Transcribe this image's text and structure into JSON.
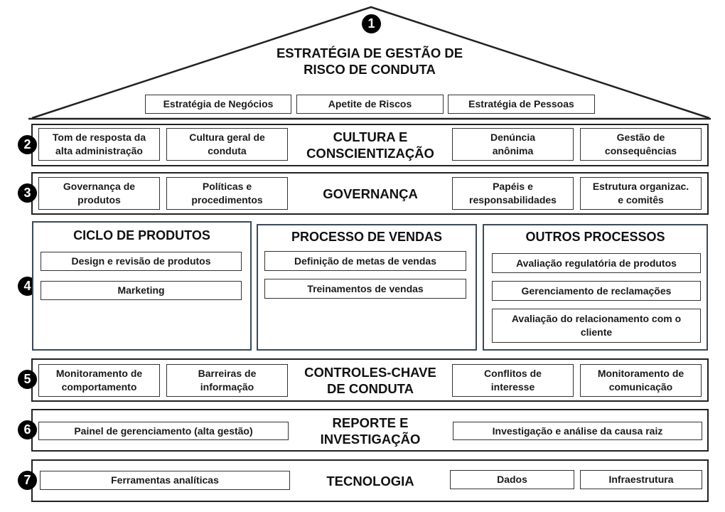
{
  "strategy": {
    "number": "1",
    "title_line1": "ESTRATÉGIA DE GESTÃO DE",
    "title_line2": "RISCO DE CONDUTA",
    "items": [
      "Estratégia de Negócios",
      "Apetite de Riscos",
      "Estratégia de Pessoas"
    ]
  },
  "culture": {
    "number": "2",
    "title_line1": "CULTURA E",
    "title_line2": "CONSCIENTIZAÇÃO",
    "items": [
      {
        "line1": "Tom de resposta da",
        "line2": "alta administração"
      },
      {
        "line1": "Cultura geral de",
        "line2": "conduta"
      },
      {
        "line1": "Denúncia",
        "line2": "anônima"
      },
      {
        "line1": "Gestão de",
        "line2": "consequências"
      }
    ]
  },
  "governance": {
    "number": "3",
    "title": "GOVERNANÇA",
    "items": [
      {
        "line1": "Governança de",
        "line2": "produtos"
      },
      {
        "line1": "Políticas e",
        "line2": "procedimentos"
      },
      {
        "line1": "Papéis e",
        "line2": "responsabilidades"
      },
      {
        "line1": "Estrutura organizac.",
        "line2": "e comitês"
      }
    ]
  },
  "processes": {
    "number": "4",
    "columns": [
      {
        "title": "CICLO DE PRODUTOS",
        "items": [
          "Design e revisão de produtos",
          "Marketing"
        ]
      },
      {
        "title": "PROCESSO DE VENDAS",
        "items": [
          "Definição de metas de vendas",
          "Treinamentos de vendas"
        ]
      },
      {
        "title": "OUTROS PROCESSOS",
        "items": [
          "Avaliação regulatória de produtos",
          "Gerenciamento de reclamações",
          "Avaliação do relacionamento com o cliente"
        ]
      }
    ]
  },
  "controls": {
    "number": "5",
    "title_line1": "CONTROLES-CHAVE",
    "title_line2": "DE CONDUTA",
    "items": [
      {
        "line1": "Monitoramento de",
        "line2": "comportamento"
      },
      {
        "line1": "Barreiras de",
        "line2": "informação"
      },
      {
        "line1": "Conflitos de",
        "line2": "interesse"
      },
      {
        "line1": "Monitoramento de",
        "line2": "comunicação"
      }
    ]
  },
  "reporting": {
    "number": "6",
    "title_line1": "REPORTE E",
    "title_line2": "INVESTIGAÇÃO",
    "items": [
      "Painel de gerenciamento (alta gestão)",
      "Investigação e análise da causa raiz"
    ]
  },
  "technology": {
    "number": "7",
    "title": "TECNOLOGIA",
    "items": [
      "Ferramentas analíticas",
      "Dados",
      "Infraestrutura"
    ]
  }
}
